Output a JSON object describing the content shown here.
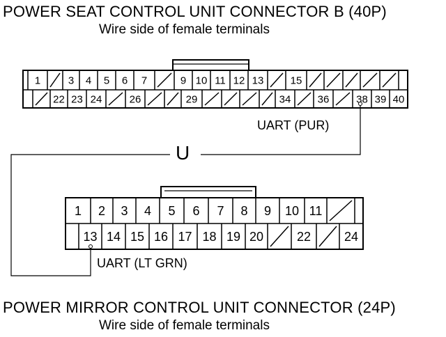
{
  "connector_b": {
    "title": "POWER SEAT CONTROL UNIT CONNECTOR B (40P)",
    "subtitle": "Wire side of female terminals",
    "row1": [
      "",
      "1",
      "/",
      "3",
      "4",
      "5",
      "6",
      "7",
      "/",
      "9",
      "10",
      "11",
      "12",
      "13",
      "/",
      "15",
      "/",
      "/",
      "/",
      "/",
      "/",
      ""
    ],
    "row2": [
      "",
      "/",
      "22",
      "23",
      "24",
      "/",
      "26",
      "/",
      "/",
      "29",
      "/",
      "/",
      "/",
      "/",
      "34",
      "/",
      "36",
      "/",
      "38",
      "39",
      "40"
    ],
    "wire_label": "UART (PUR)"
  },
  "connector_mirror": {
    "title": "POWER MIRROR CONTROL UNIT CONNECTOR (24P)",
    "subtitle": "Wire side of female terminals",
    "row1": [
      "1",
      "2",
      "3",
      "4",
      "5",
      "6",
      "7",
      "8",
      "9",
      "10",
      "11",
      "/",
      ""
    ],
    "row2": [
      "",
      "13",
      "14",
      "15",
      "16",
      "17",
      "18",
      "19",
      "20",
      "/",
      "22",
      "/",
      "24"
    ],
    "wire_label": "UART (LT GRN)"
  },
  "junction_symbol": "U"
}
